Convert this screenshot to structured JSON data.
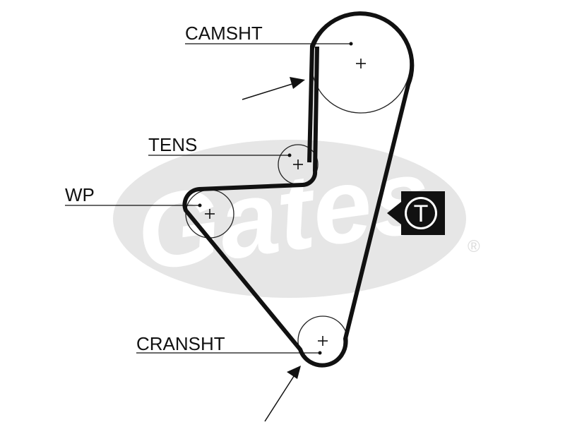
{
  "labels": {
    "camshaft": "CAMSHT",
    "tensioner": "TENS",
    "water_pump": "WP",
    "crankshaft": "CRANSHT"
  },
  "badge": {
    "letter": "T"
  },
  "watermark": {
    "brand": "Gates",
    "registered_mark": "®"
  },
  "colors": {
    "belt": "#111111",
    "watermark": "#e6e6e6",
    "badge_bg": "#111111",
    "badge_fg": "#ffffff"
  }
}
